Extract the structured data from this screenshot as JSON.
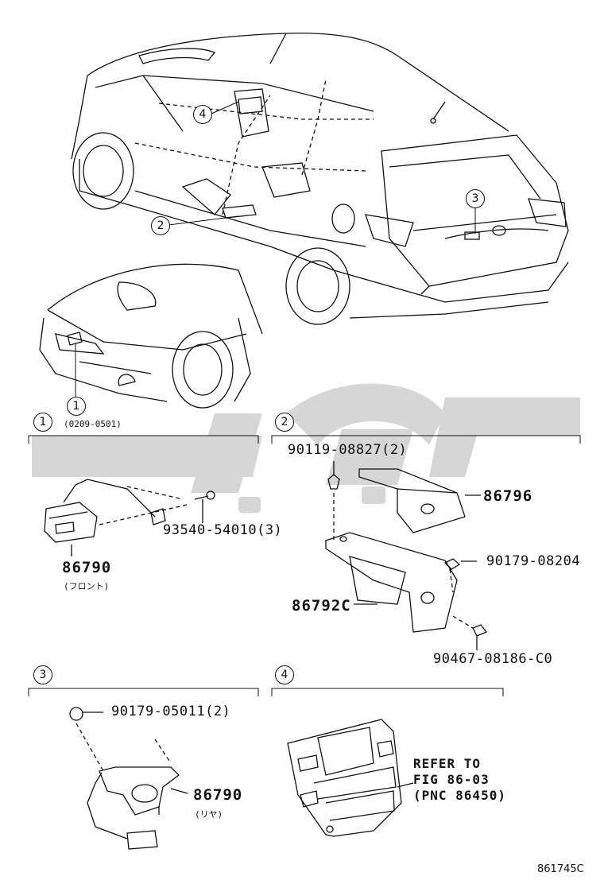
{
  "overview": {
    "callouts": [
      "1",
      "2",
      "3",
      "4"
    ],
    "front_note": "(0209-0501)"
  },
  "sections": [
    {
      "num": "1"
    },
    {
      "num": "2"
    },
    {
      "num": "3"
    },
    {
      "num": "4"
    }
  ],
  "section1": {
    "part_camera": "86790",
    "camera_sub": "(フロント)",
    "part_screw": "93540-54010(3)"
  },
  "section2": {
    "part_bolt": "90119-08827(2)",
    "part_cover": "86796",
    "part_nut": "90179-08204",
    "part_ecu": "86792C",
    "part_bolt2": "90467-08186-C0"
  },
  "section3": {
    "part_nut": "90179-05011(2)",
    "part_camera": "86790",
    "camera_sub": "(リヤ)"
  },
  "section4": {
    "refer_line1": "REFER TO",
    "refer_line2": "FIG 86-03",
    "refer_line3": "(PNC 86450)"
  },
  "figure_id": "861745C",
  "watermark_color": "#cfcfcf"
}
